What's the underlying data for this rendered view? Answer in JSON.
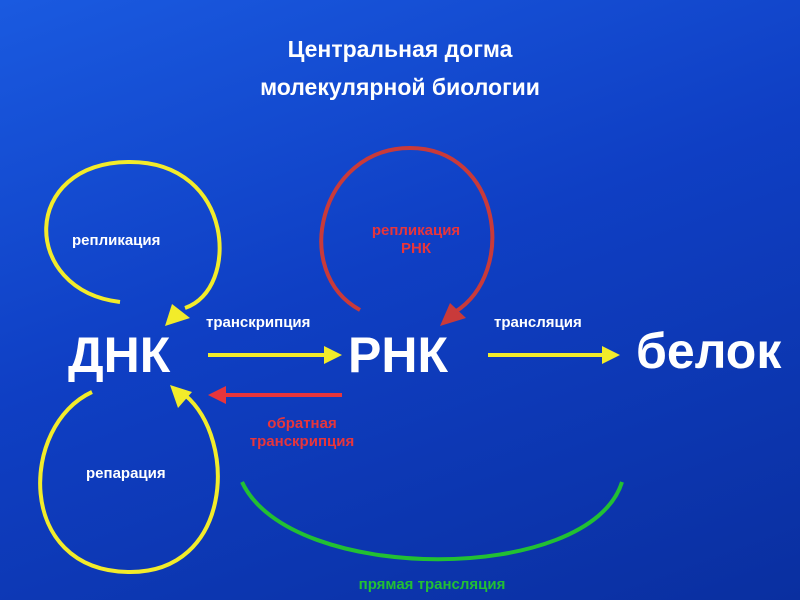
{
  "title": {
    "line1": "Центральная догма",
    "line2": "молекулярной биологии"
  },
  "nodes": {
    "dna": "ДНК",
    "rna": "РНК",
    "protein": "белок"
  },
  "labels": {
    "replication": "репликация",
    "rna_replication_line1": "репликация",
    "rna_replication_line2": "РНК",
    "transcription": "транскрипция",
    "translation": "трансляция",
    "reverse_transcription_line1": "обратная",
    "reverse_transcription_line2": "транскрипция",
    "repair": "репарация",
    "direct_translation": "прямая трансляция"
  },
  "colors": {
    "background": "#1246d0",
    "yellow": "#f2ec2a",
    "red": "#e8353b",
    "green": "#22c033",
    "white": "#ffffff"
  }
}
